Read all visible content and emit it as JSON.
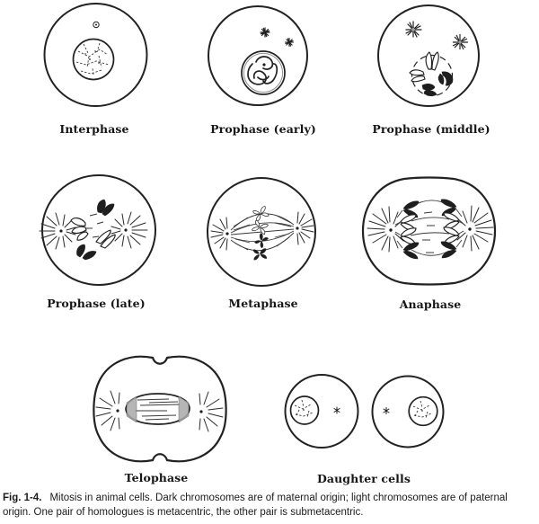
{
  "figure": {
    "panels": [
      {
        "label": "Interphase"
      },
      {
        "label": "Prophase (early)"
      },
      {
        "label": "Prophase (middle)"
      },
      {
        "label": "Prophase (late)"
      },
      {
        "label": "Metaphase"
      },
      {
        "label": "Anaphase"
      },
      {
        "label": "Telophase"
      },
      {
        "label": "Daughter cells"
      }
    ],
    "caption": {
      "fig_number": "Fig. 1-4.",
      "text": "Mitosis in animal cells. Dark chromosomes are of maternal origin; light chromosomes are of paternal origin. One pair of homologues is metacentric, the other pair is submetacentric."
    },
    "colors": {
      "ink": "#222222",
      "chromosome_dark": "#1e1e1e",
      "background": "#ffffff"
    }
  }
}
